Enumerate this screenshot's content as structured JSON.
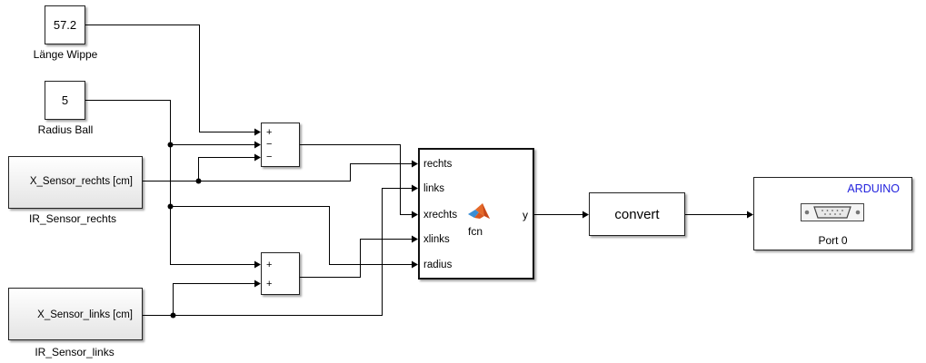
{
  "blocks": {
    "constant_laenge": {
      "value": "57.2",
      "label": "Länge Wippe"
    },
    "constant_radius": {
      "value": "5",
      "label": "Radius Ball"
    },
    "sensor_rechts": {
      "port_label": "X_Sensor_rechts [cm]",
      "label": "IR_Sensor_rechts"
    },
    "sensor_links": {
      "port_label": "X_Sensor_links [cm]",
      "label": "IR_Sensor_links"
    },
    "sum1": {
      "signs": [
        "+",
        "−",
        "−"
      ]
    },
    "sum2": {
      "signs": [
        "+",
        "+"
      ]
    },
    "fcn": {
      "name": "fcn",
      "inputs": [
        "rechts",
        "links",
        "xrechts",
        "xlinks",
        "radius"
      ],
      "output": "y",
      "icon": "matlab-logo-icon"
    },
    "convert": {
      "label": "convert"
    },
    "arduino": {
      "brand": "ARDUINO",
      "label": "Port 0",
      "icon": "serial-port-icon",
      "brand_color": "#2222dd"
    }
  }
}
